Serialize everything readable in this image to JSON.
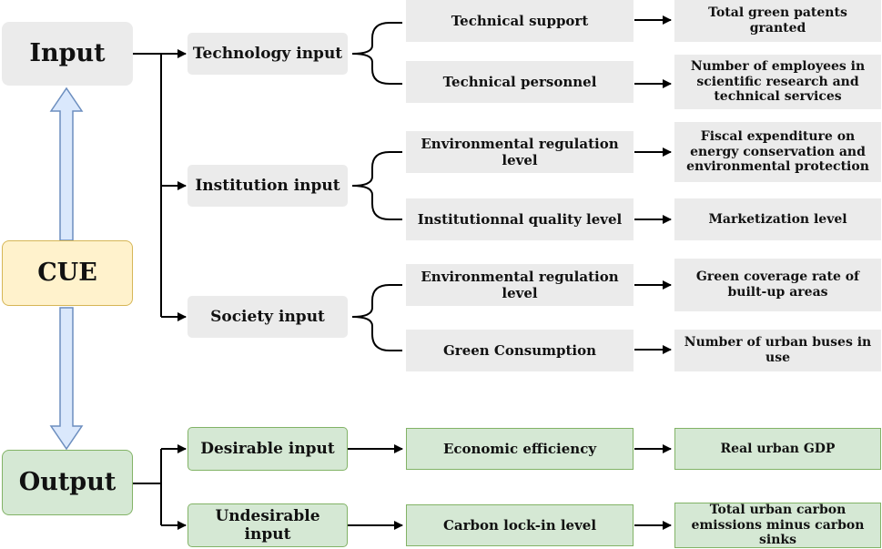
{
  "root": {
    "label": "CUE"
  },
  "input": {
    "label": "Input"
  },
  "output": {
    "label": "Output"
  },
  "input_categories": [
    {
      "label": "Technology input",
      "indicators": [
        {
          "label": "Technical support",
          "measure": "Total green patents granted"
        },
        {
          "label": "Technical personnel",
          "measure": "Number of employees  in scientific research and technical services"
        }
      ]
    },
    {
      "label": "Institution input",
      "indicators": [
        {
          "label": "Environmental regulation level",
          "measure": "Fiscal expenditure on energy conservation and environmental protection"
        },
        {
          "label": "Institutionnal quality level",
          "measure": "Marketization level"
        }
      ]
    },
    {
      "label": "Society input",
      "indicators": [
        {
          "label": "Environmental regulation level",
          "measure": "Green coverage rate of built-up areas"
        },
        {
          "label": "Green Consumption",
          "measure": "Number of urban buses in use"
        }
      ]
    }
  ],
  "output_categories": [
    {
      "label": "Desirable input",
      "indicator": "Economic efficiency",
      "measure": "Real urban GDP"
    },
    {
      "label": "Undesirable input",
      "indicator": "Carbon lock-in level",
      "measure": "Total urban carbon emissions minus carbon sinks"
    }
  ],
  "colors": {
    "grey_box": "#ebebeb",
    "green_fill": "#d5e8d4",
    "green_border": "#82b366",
    "yellow_fill": "#fff2cc",
    "yellow_border": "#d6b656",
    "arrow_blue_fill": "#dae8fc",
    "arrow_blue_border": "#6c8ebf"
  }
}
